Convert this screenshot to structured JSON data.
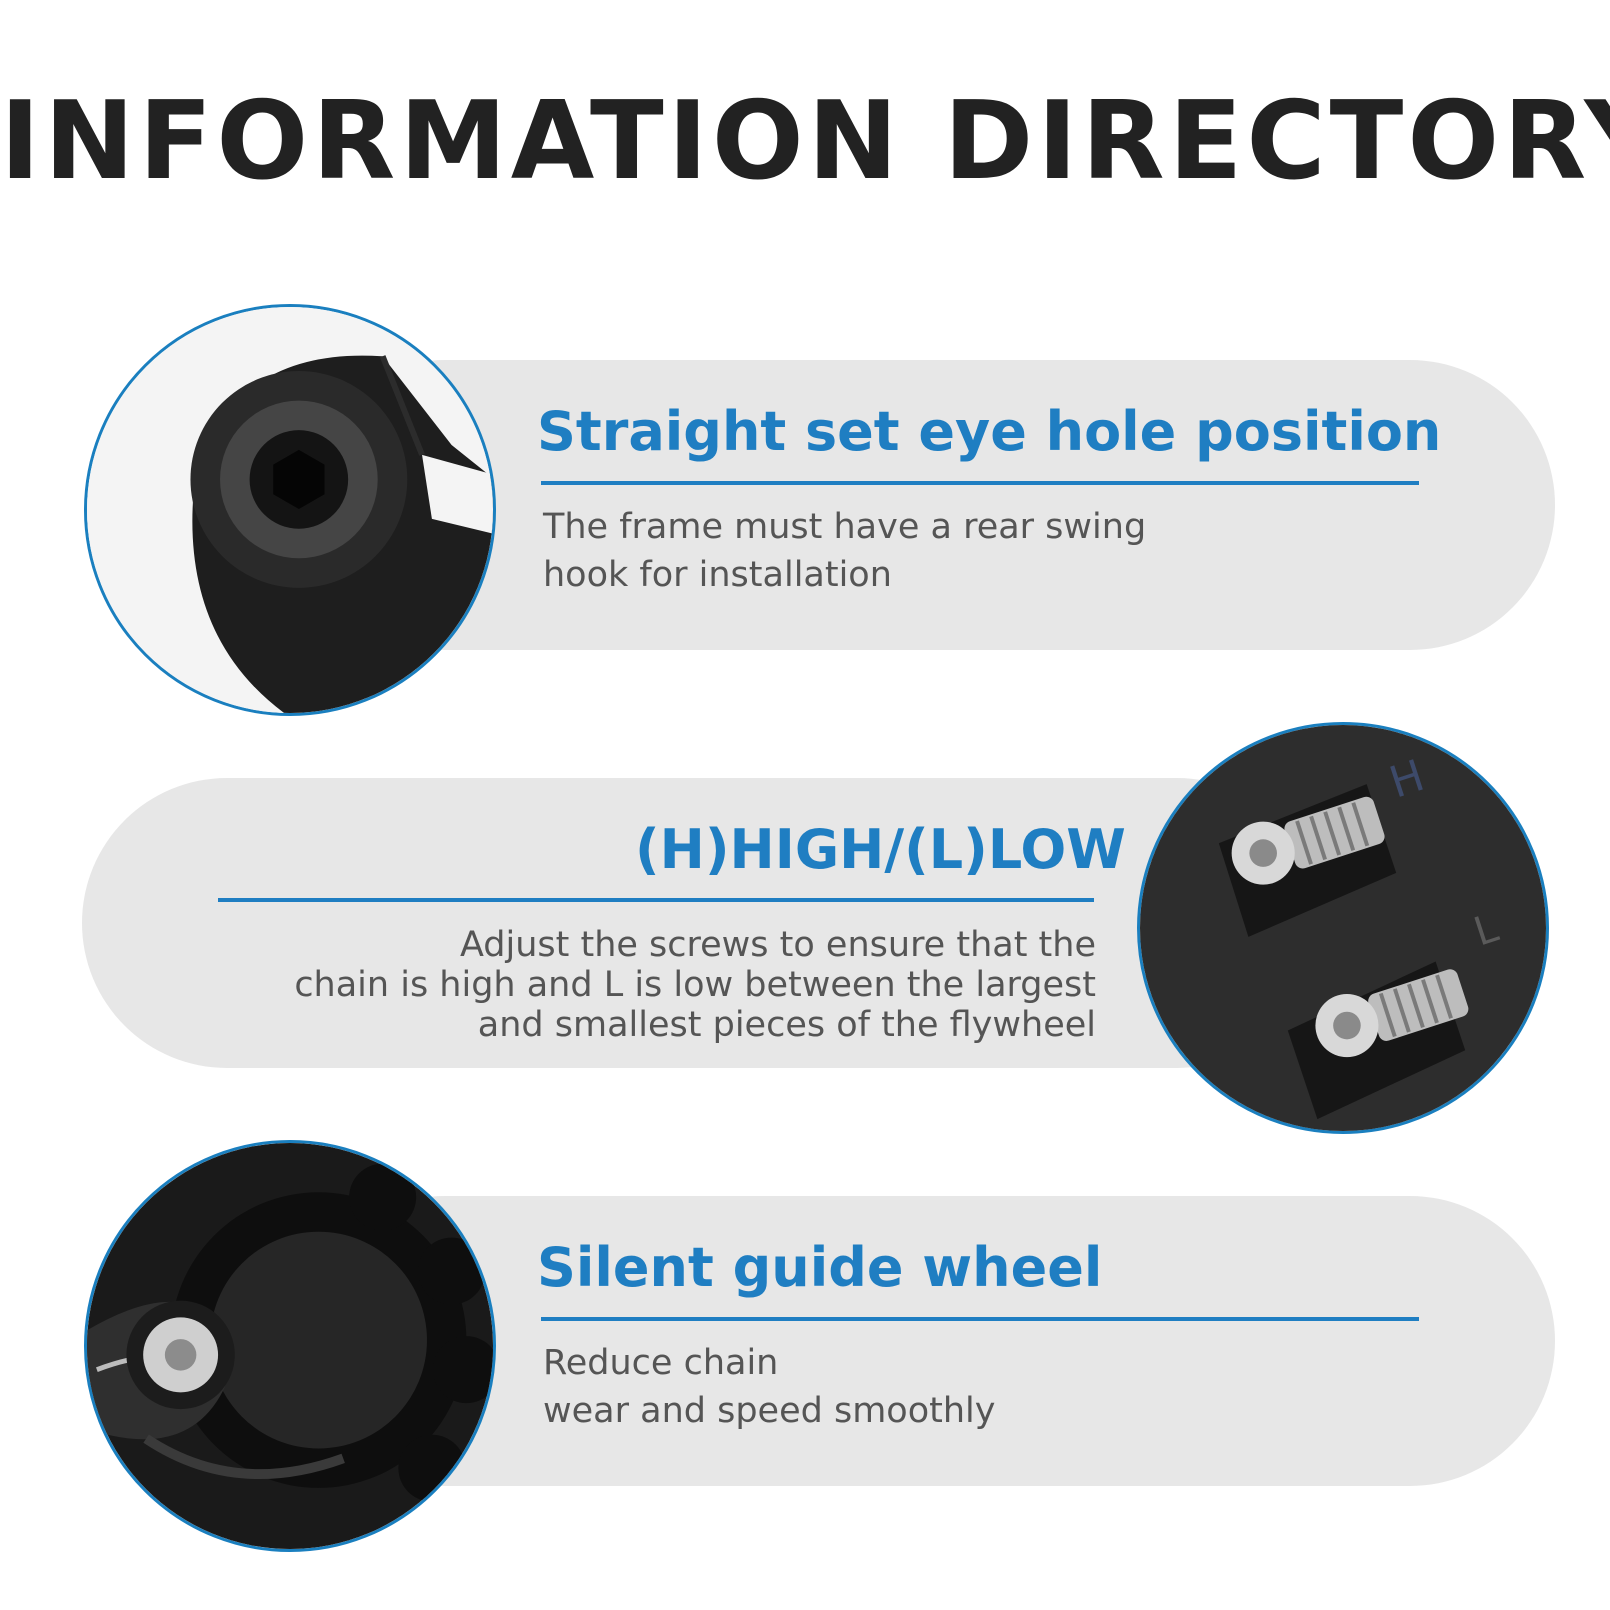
{
  "title": "INFORMATION DIRECTORY",
  "features": [
    {
      "heading": "Straight set eye hole position",
      "lines": [
        "The frame must have a rear swing",
        "hook for installation"
      ],
      "photo_icon": "hanger-bolt-photo-icon"
    },
    {
      "heading": "(H)HIGH/(L)LOW",
      "lines": [
        "Adjust the screws to ensure that the",
        "chain is high and L is low between the largest",
        "and smallest pieces of the flywheel"
      ],
      "photo_icon": "limit-screws-photo-icon",
      "photo_labels": [
        "H",
        "L"
      ]
    },
    {
      "heading": "Silent guide wheel",
      "lines": [
        "Reduce chain",
        "wear and speed smoothly"
      ],
      "photo_icon": "guide-pulley-photo-icon"
    }
  ],
  "colors": {
    "accent": "#1f7ec2",
    "circle_border": "#1a7fbf",
    "pill_background": "#e7e7e7",
    "title": "#222222",
    "body_text": "#555555"
  }
}
